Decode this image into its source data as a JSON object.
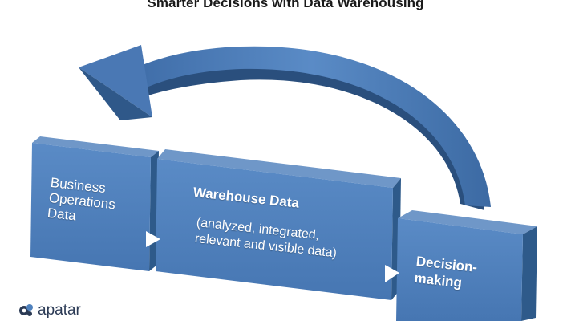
{
  "title": "Smarter Decisions with Data Warehousing",
  "colors": {
    "box_front": "#4f81bd",
    "box_top": "#6f97c8",
    "box_side": "#2e5a8a",
    "arrow_main": "#4a78b4",
    "arrow_dark": "#2a4f7d",
    "connector": "#ffffff",
    "logo": "#2b3a55"
  },
  "boxes": {
    "operations": {
      "lines": [
        "Business",
        "Operations",
        "Data"
      ]
    },
    "warehouse": {
      "title": "Warehouse Data",
      "subtitle_lines": [
        "(analyzed, integrated,",
        "relevant and visible data)"
      ]
    },
    "decision": {
      "lines": [
        "Decision-",
        "making"
      ]
    }
  },
  "logo": {
    "text": "apatar",
    "icon": "apatar-logo-icon"
  }
}
